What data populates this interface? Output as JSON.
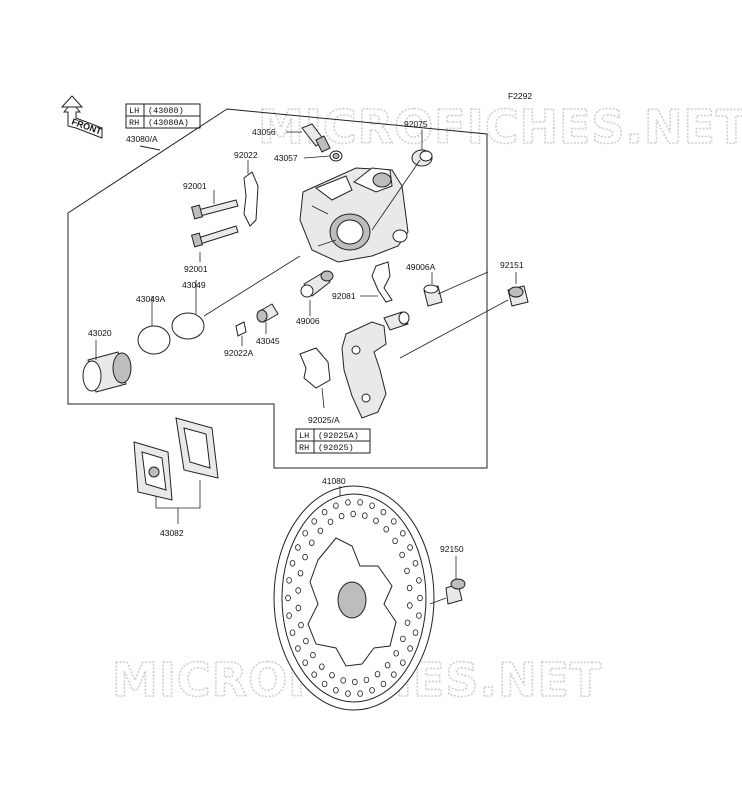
{
  "diagram": {
    "figure_code": "F2292",
    "front_label": "FRONT",
    "watermark_top": "MICROFICHES.NET",
    "watermark_bottom": "MICROFICHES.NET",
    "caliper_table": {
      "rows": [
        {
          "side": "LH",
          "part": "(43080)"
        },
        {
          "side": "RH",
          "part": "(43080A)"
        }
      ],
      "caption": "43080/A"
    },
    "bracket_table": {
      "caption": "92025/A",
      "rows": [
        {
          "side": "LH",
          "part": "(92025A)"
        },
        {
          "side": "RH",
          "part": "(92025)"
        }
      ]
    },
    "parts": {
      "p43056": "43056",
      "p43057": "43057",
      "p92075": "92075",
      "p92022": "92022",
      "p92001a": "92001",
      "p92001b": "92001",
      "p49006a": "49006A",
      "p92151": "92151",
      "p43049": "43049",
      "p43049a": "43049A",
      "p92081": "92081",
      "p49006": "49006",
      "p43020": "43020",
      "p43045": "43045",
      "p92022a": "92022A",
      "p43082": "43082",
      "p41080": "41080",
      "p92150": "92150"
    }
  }
}
